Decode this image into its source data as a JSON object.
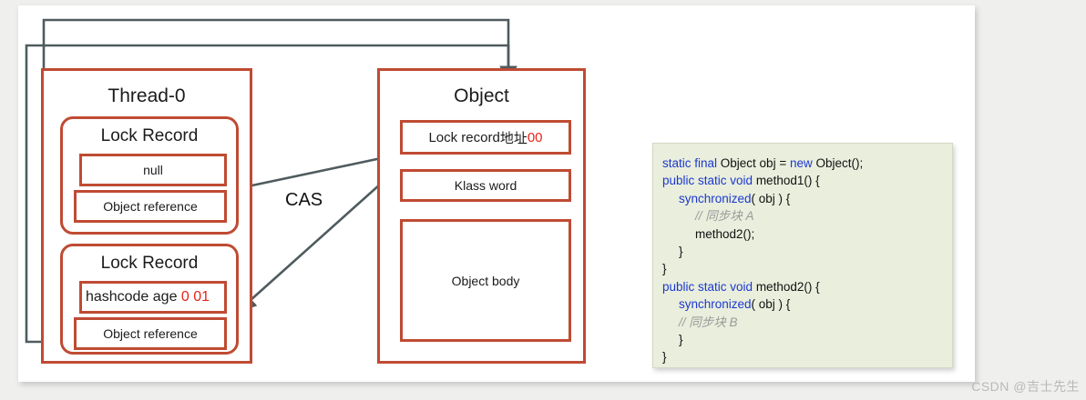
{
  "diagram": {
    "title_thread": "Thread-0",
    "title_object": "Object",
    "cas_label": "CAS",
    "lock_record_title": "Lock Record",
    "lock_records": [
      {
        "title": "Lock Record",
        "mark": "null",
        "ref": "Object reference"
      },
      {
        "title": "Lock Record",
        "mark_prefix": "hashcode age ",
        "mark_bits": "0 01",
        "ref": "Object reference"
      }
    ],
    "object_rows": [
      {
        "text_prefix": "Lock record ",
        "text_cn": "地址 ",
        "text_bits": "00"
      },
      {
        "text": "Klass word"
      },
      {
        "text": "Object body"
      }
    ],
    "colors": {
      "box_border": "#BF4B33",
      "wire": "#4F5B5E",
      "red_bits": "#E8221A",
      "code_bg": "#E9EEDD",
      "code_keyword": "#1b39cf",
      "code_comment": "#9a9a9a"
    }
  },
  "code": {
    "lines": [
      {
        "indent": 0,
        "parts": [
          {
            "t": "static final ",
            "k": true
          },
          {
            "t": "Object obj = ",
            "k": false
          },
          {
            "t": "new ",
            "k": true
          },
          {
            "t": "Object();",
            "k": false
          }
        ]
      },
      {
        "indent": 0,
        "parts": [
          {
            "t": "public static void ",
            "k": true
          },
          {
            "t": "method1() {",
            "k": false
          }
        ]
      },
      {
        "indent": 1,
        "parts": [
          {
            "t": "synchronized",
            "k": true
          },
          {
            "t": "( obj ) {",
            "k": false
          }
        ]
      },
      {
        "indent": 2,
        "parts": [
          {
            "t": "// 同步块 A",
            "c": true
          }
        ]
      },
      {
        "indent": 2,
        "parts": [
          {
            "t": "method2();",
            "k": false
          }
        ]
      },
      {
        "indent": 1,
        "parts": [
          {
            "t": "}",
            "k": false
          }
        ]
      },
      {
        "indent": 0,
        "parts": [
          {
            "t": "}",
            "k": false
          }
        ]
      },
      {
        "indent": 0,
        "parts": [
          {
            "t": "public static void ",
            "k": true
          },
          {
            "t": "method2() {",
            "k": false
          }
        ]
      },
      {
        "indent": 1,
        "parts": [
          {
            "t": "synchronized",
            "k": true
          },
          {
            "t": "( obj ) {",
            "k": false
          }
        ]
      },
      {
        "indent": 1,
        "parts": [
          {
            "t": "// 同步块 B",
            "c": true
          }
        ]
      },
      {
        "indent": 1,
        "parts": [
          {
            "t": "}",
            "k": false
          }
        ]
      },
      {
        "indent": 0,
        "parts": [
          {
            "t": "}",
            "k": false
          }
        ]
      }
    ]
  },
  "watermark": {
    "text": "CSDN @吉士先生"
  }
}
